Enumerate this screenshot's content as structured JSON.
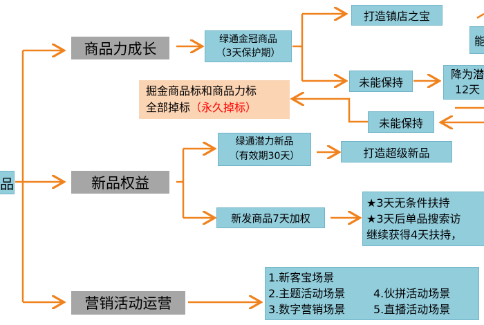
{
  "root": {
    "label": "品"
  },
  "level1": {
    "product_growth": "商品力成长",
    "new_product_rights": "新品权益",
    "marketing_ops": "营销活动运营"
  },
  "growth_branch": {
    "green_crown": {
      "line1": "绿通金冠商品",
      "line2": "（3天保护期）"
    },
    "shop_treasure": "打造镇店之宝",
    "cut_right_top": "能",
    "not_maintained_1": "未能保持",
    "downgrade": {
      "line1": "降为潜",
      "line2": "12天"
    },
    "not_maintained_2": "未能保持",
    "drop_badge": {
      "line1": "掘金商品标和商品力标",
      "line2_prefix": "全部掉标",
      "line2_red": "（永久掉标）"
    }
  },
  "new_branch": {
    "potential": {
      "line1": "绿通潜力新品",
      "line2": "（有效期30天）"
    },
    "super_product": "打造超级新品",
    "new_weight": "新发商品7天加权",
    "support": {
      "line1": "★3天无条件扶持",
      "line2": "★3天后单品搜索访",
      "line3": "继续获得4天扶持，"
    }
  },
  "marketing_branch": {
    "scenes": {
      "line1": "1.新客宝场景",
      "line2a": "2.主题活动场景",
      "line2b": "4.伙拼活动场景",
      "line3a": "3.数字营销场景",
      "line3b": "5.直播活动场景"
    }
  },
  "colors": {
    "arrow": "#f0821e",
    "grey_box": "#a6a6a6",
    "blue_box": "#92cddc",
    "peach_box": "#fbd4b4",
    "red_text": "#ff0000"
  }
}
